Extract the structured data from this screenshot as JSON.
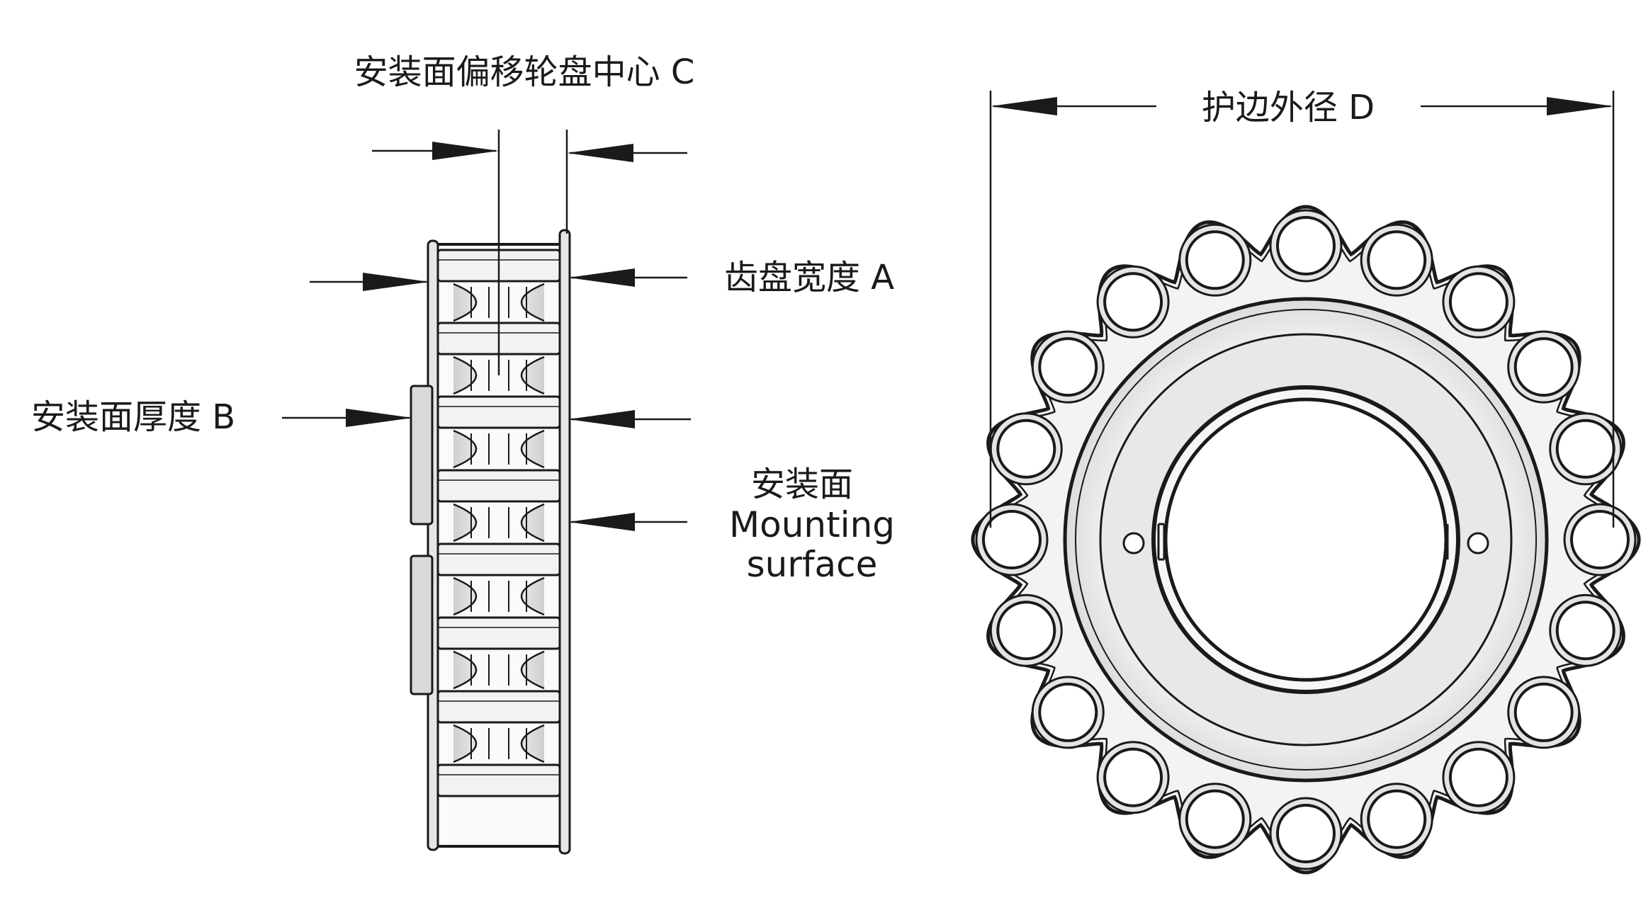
{
  "labels": {
    "offset_c": "安装面偏移轮盘中心 C",
    "outer_d": "护边外径 D",
    "width_a": "齿盘宽度 A",
    "thickness_b": "安装面厚度 B",
    "mount_cn": "安装面",
    "mount_en_1": "Mounting",
    "mount_en_2": "surface"
  },
  "sprocket": {
    "roller_count": 20
  },
  "colors": {
    "line": "#1a1a1a",
    "fill_light": "#efefef",
    "fill_mid": "#d6d6d6"
  }
}
